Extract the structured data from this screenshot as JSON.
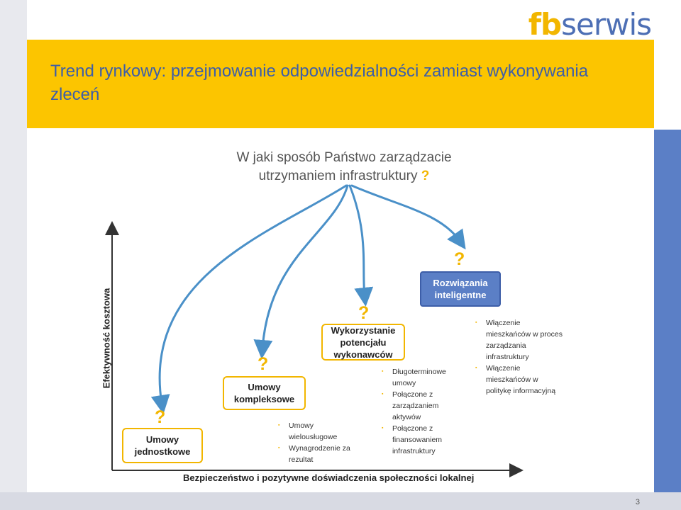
{
  "header": {
    "logo_fb": "fb",
    "logo_serwis": "serwis",
    "title": "Trend rynkowy: przejmowanie odpowiedzialności zamiast wykonywania zleceń"
  },
  "question": {
    "text": "W jaki sposób Państwo zarządzacie utrzymaniem infrastruktury",
    "mark": "?"
  },
  "axes": {
    "y_label": "Efektywność kosztowa",
    "x_label": "Bezpieczeństwo i pozytywne doświadczenia społeczności lokalnej"
  },
  "nodes": [
    {
      "label": "Umowy jednostkowe",
      "mark": "?",
      "bullets": []
    },
    {
      "label": "Umowy kompleksowe",
      "mark": "?",
      "bullets": [
        "Umowy wielousługowe",
        "Wynagrodzenie za rezultat"
      ]
    },
    {
      "label": "Wykorzystanie potencjału wykonawców",
      "mark": "?",
      "bullets": [
        "Długoterminowe umowy",
        "Połączone z zarządzaniem aktywów",
        "Połączone z finansowaniem infrastruktury"
      ]
    },
    {
      "label": "Rozwiązania inteligentne",
      "mark": "?",
      "bullets": [
        "Włączenie mieszkańców w proces zarządzania infrastruktury",
        "Włączenie mieszkańców w politykę informacyjną"
      ]
    }
  ],
  "colors": {
    "accent_yellow": "#fcc500",
    "brand_blue": "#3d5ea8",
    "box_blue": "#5b7fc6",
    "arrow_blue": "#4a90c8"
  },
  "footer": {
    "page_number": "3"
  }
}
